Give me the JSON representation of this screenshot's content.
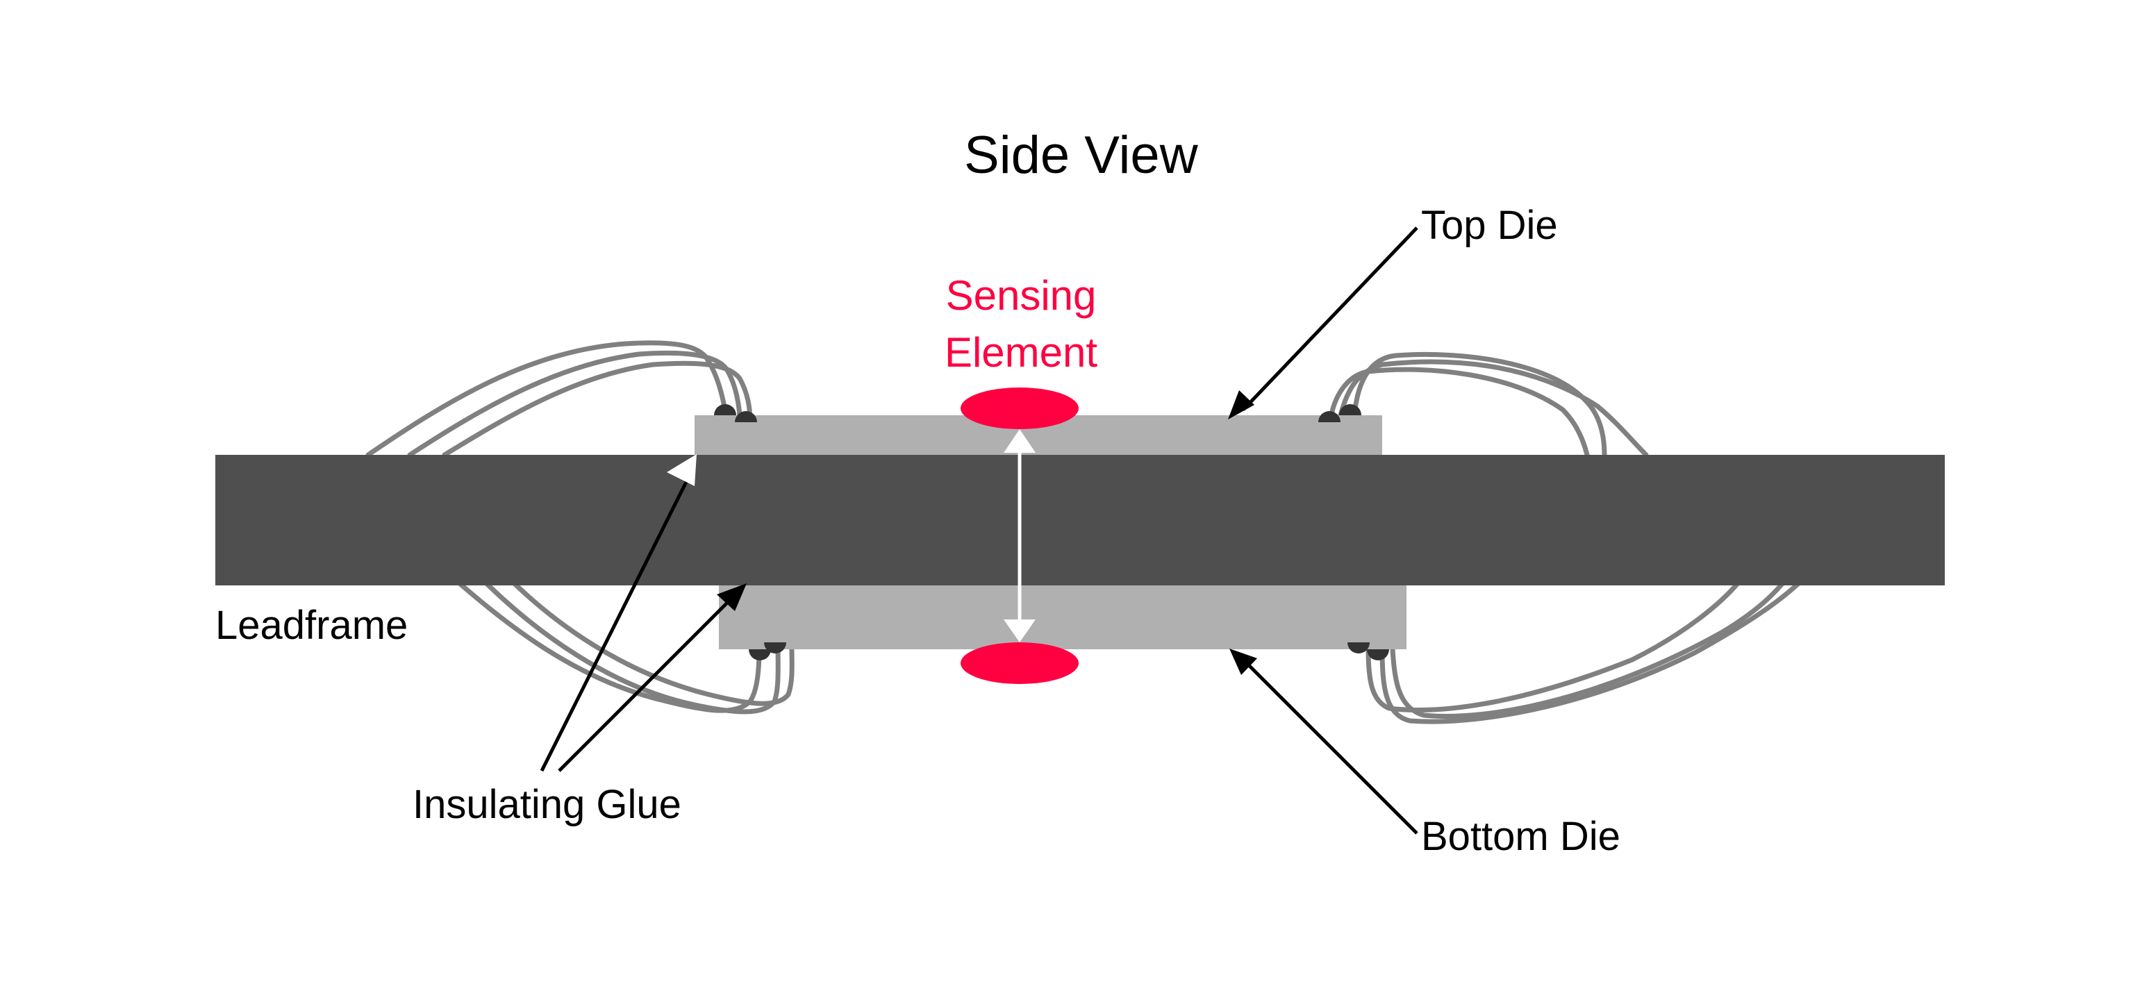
{
  "title": "Side View",
  "labels": {
    "top_die": "Top Die",
    "bottom_die": "Bottom Die",
    "leadframe": "Leadframe",
    "insulating_glue": "Insulating Glue",
    "sensing_element_line1": "Sensing",
    "sensing_element_line2": "Element"
  },
  "colors": {
    "leadframe": "#4f4f4f",
    "die": "#b0b0b0",
    "wire": "#808080",
    "bond_pad": "#333333",
    "sensing": "#ff0040",
    "text": "#000000",
    "measure_arrow": "#ffffff"
  }
}
